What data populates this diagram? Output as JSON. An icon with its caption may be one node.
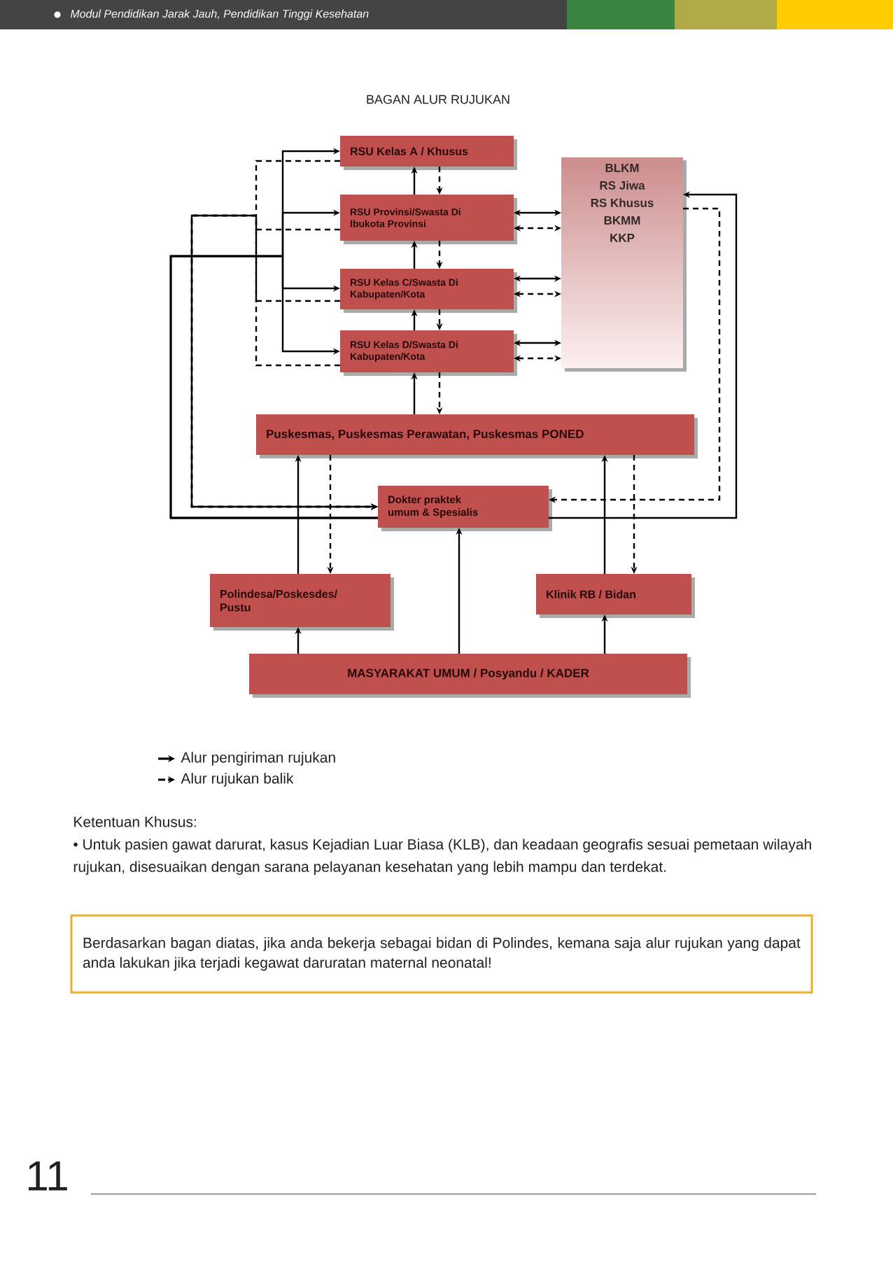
{
  "diagram": {
    "title": "BAGAN ALUR RUJUKAN",
    "nodes": [
      {
        "text": [
          "RSU Kelas A / Khusus"
        ]
      },
      {
        "text": [
          "RSU Provinsi/Swasta Di Ibukota Provinsi"
        ]
      },
      {
        "text": [
          "RSU Kelas C/Swasta Di Kabupaten/Kota"
        ]
      },
      {
        "text": [
          "RSU Kelas D/Swasta Di Kabupaten/Kota"
        ]
      },
      {
        "text": [
          "BLKM",
          "RS Jiwa",
          "RS Khusus",
          "BKMM",
          "KKP"
        ]
      },
      {
        "text": [
          "Puskesmas, Puskesmas Perawatan, Puskesmas PONED"
        ]
      },
      {
        "text": [
          "Dokter praktek umum & Spesialis"
        ]
      },
      {
        "text": [
          "Polindesa/Poskesdes/ Pustu"
        ]
      },
      {
        "text": [
          "Klinik RB / Bidan"
        ]
      },
      {
        "text": [
          "MASYARAKAT UMUM / Posyandu / KADER"
        ]
      },
      {
        "text": [
          "Berdasarkan bagan diatas, jika anda bekerja sebagai bidan di Polindes, kemana saja alur rujukan yang dapat anda lakukan jika terjadi kegawat daruratan maternal neonatal!"
        ]
      }
    ],
    "edges": [
      {
        "from": 6,
        "to": 0,
        "arrow": "to"
      },
      {
        "from": 6,
        "to": 1,
        "arrow": "to"
      },
      {
        "from": 6,
        "to": 2,
        "arrow": "to"
      },
      {
        "from": 6,
        "to": 3,
        "arrow": "to"
      },
      {
        "from": 6,
        "to": 4,
        "arrow": "to"
      },
      {
        "from": 0,
        "to": 6,
        "arrow": "to",
        "style": "dashed"
      },
      {
        "from": 1,
        "to": 6,
        "arrow": "to",
        "style": "dashed"
      },
      {
        "from": 2,
        "to": 6,
        "arrow": "to",
        "style": "dashed"
      },
      {
        "from": 3,
        "to": 6,
        "arrow": "to",
        "style": "dashed"
      },
      {
        "from": 4,
        "to": 6,
        "arrow": "to",
        "style": "dashed"
      },
      {
        "from": 1,
        "to": 0,
        "arrow": "to"
      },
      {
        "from": 0,
        "to": 1,
        "arrow": "to",
        "style": "dashed"
      },
      {
        "from": 2,
        "to": 1,
        "arrow": "to"
      },
      {
        "from": 1,
        "to": 2,
        "arrow": "to",
        "style": "dashed"
      },
      {
        "from": 3,
        "to": 2,
        "arrow": "to"
      },
      {
        "from": 2,
        "to": 3,
        "arrow": "to",
        "style": "dashed"
      },
      {
        "from": 5,
        "to": 3,
        "arrow": "to"
      },
      {
        "from": 3,
        "to": 5,
        "arrow": "to",
        "style": "dashed"
      },
      {
        "from": 1,
        "to": 4,
        "arrow": "both"
      },
      {
        "from": 1,
        "to": 4,
        "arrow": "both",
        "style": "dashed"
      },
      {
        "from": 2,
        "to": 4,
        "arrow": "both"
      },
      {
        "from": 2,
        "to": 4,
        "arrow": "both",
        "style": "dashed"
      },
      {
        "from": 3,
        "to": 4,
        "arrow": "both"
      },
      {
        "from": 3,
        "to": 4,
        "arrow": "both",
        "style": "dashed"
      },
      {
        "from": 7,
        "to": 5,
        "arrow": "to"
      },
      {
        "from": 5,
        "to": 7,
        "arrow": "to",
        "style": "dashed"
      },
      {
        "from": 8,
        "to": 5,
        "arrow": "to"
      },
      {
        "from": 5,
        "to": 8,
        "arrow": "to",
        "style": "dashed"
      },
      {
        "from": 9,
        "to": 6,
        "arrow": "to"
      },
      {
        "from": 9,
        "to": 7,
        "arrow": "to"
      },
      {
        "from": 9,
        "to": 8,
        "arrow": "to"
      }
    ],
    "labels": [
      "Modul Pendidikan Jarak Jauh, Pendidikan Tinggi Kesehatan",
      "Ketentuan Khusus:",
      "• Untuk pasien gawat darurat, kasus Kejadian Luar Biasa (KLB), dan keadaan geografis sesuai pemetaan wilayah rujukan, disesuaikan dengan sarana pelayanan kesehatan yang lebih mampu dan terdekat.",
      "11"
    ],
    "legend": [
      {
        "text": "Alur pengiriman rujukan"
      },
      {
        "text": "Alur rujukan balik"
      }
    ]
  }
}
